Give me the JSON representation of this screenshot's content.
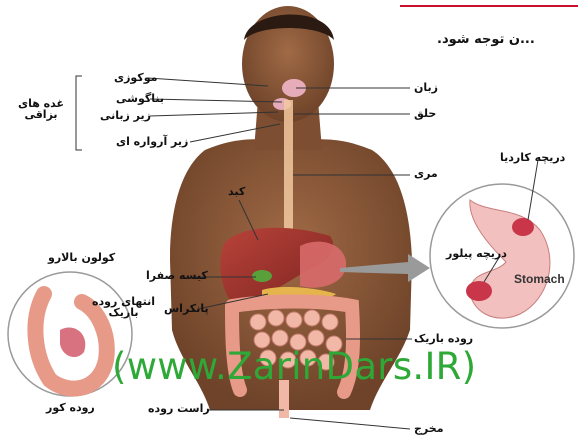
{
  "header": {
    "partial_text": "...ن توجه شود."
  },
  "labels": {
    "mucozy": "موکوزی",
    "banagooshi": "بناگوشی",
    "zirzabani": "زیر زبانی",
    "zirarvareei": "زیر آرواره ای",
    "salivary_glands": "غده های\nبزاقی",
    "zaban": "زبان",
    "halgh": "حلق",
    "kabed": "کبد",
    "mori": "مری",
    "dariche_cardia": "دریچه کاردیا",
    "dariche_pylor": "دریچه پیلور",
    "stomach": "Stomach",
    "colon_balaro": "کولون بالارو",
    "entehay_rudeh_barik": "انتهای روده\nباریک",
    "kise_safra": "کیسه صفرا",
    "pancreas": "پانکراس",
    "rudeh_barik": "روده باریک",
    "rudeh_kur": "روده کور",
    "rast_rudeh": "راست روده",
    "makhraj": "مخرج"
  },
  "watermark": "(www.ZarinDars.IR)",
  "colors": {
    "accent_line": "#c8102e",
    "watermark": "#2ea836",
    "skin": "#8a5a3c"
  }
}
